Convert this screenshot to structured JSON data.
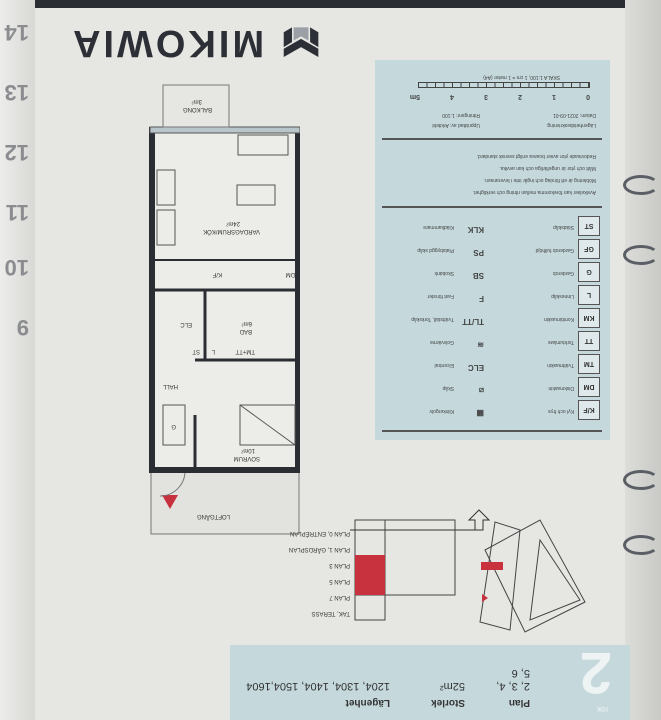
{
  "brand": {
    "name": "MIKOWIA",
    "logo_icon": "m-cube-logo"
  },
  "page_tabs": [
    "14",
    "13",
    "12",
    "11",
    "10",
    "9"
  ],
  "legend": {
    "rows": [
      {
        "code": "K/F",
        "desc": "Kyl och frys",
        "sym": "▦",
        "desc2": "Klinkergolv"
      },
      {
        "code": "DM",
        "desc": "Diskmaskin",
        "sym": "⧄",
        "desc2": "Skåp"
      },
      {
        "code": "TM",
        "desc": "Tvättmaskin",
        "sym": "ELC",
        "desc2": "Elcentral"
      },
      {
        "code": "TT",
        "desc": "Torktumlare",
        "sym": "≋",
        "desc2": "Golvvärme"
      },
      {
        "code": "KM",
        "desc": "Kombimaskin",
        "sym": "TL/TT",
        "desc2": "Tvättställ, Torkskåp"
      },
      {
        "code": "L",
        "desc": "Linneskåp",
        "sym": "F",
        "desc2": "Fast fönster"
      },
      {
        "code": "G",
        "desc": "Garderob",
        "sym": "SB",
        "desc2": "Skobänk"
      },
      {
        "code": "GF",
        "desc": "Garderob fullhöjd",
        "sym": "PS",
        "desc2": "Platsbyggd skåp"
      },
      {
        "code": "ST",
        "desc": "Städskåp",
        "sym": "KLK",
        "desc2": "Klädkammare"
      }
    ],
    "notes": [
      "Avvikelser kan förekomma mellan ritning och verklighet.",
      "Möblering är ett förslag och ingår inte i leveransen.",
      "Mått och ytor är ungefärliga och kan avvika.",
      "Redovisade ytor avser boarea enligt svensk standard."
    ],
    "meta": [
      "Lägenhetsbeskrivning",
      "Datum: 2021-09-01",
      "Upprättad av: Arkitekt",
      "Ritningsnr: 1:100"
    ],
    "scale_label": "SKALA 1:100, 1 cm = 1 meter (A4)",
    "scale_ticks": [
      "0",
      "1",
      "2",
      "3",
      "4",
      "5m"
    ]
  },
  "plan": {
    "rooms": {
      "living": "VARDAGSRUM/KÖK",
      "living_area": "24m²",
      "bath": "BAD",
      "bath_area": "6m²",
      "bedroom": "SOVRUM",
      "bedroom_area": "10m²",
      "hall": "HALL",
      "balcony": "BALKONG",
      "balcony_area": "3m²",
      "corridor": "LOFTGÅNG"
    },
    "fixtures": {
      "elc": "ELC",
      "kf": "K/F",
      "dm": "DM",
      "l": "L",
      "st": "ST",
      "g": "G",
      "tmtt": "TM+TT"
    }
  },
  "keyplan": {
    "floors": [
      "TAK, TERASS",
      "PLAN 7",
      "PLAN 5",
      "PLAN 3",
      "PLAN 1, GÅRDSPLAN",
      "PLAN 0, ENTRÉPLAN"
    ],
    "highlight": "#c8323f"
  },
  "info": {
    "rooms": "2",
    "rooms_unit": "rok",
    "headers": [
      "Plan",
      "Storlek",
      "Lägenhet"
    ],
    "plan": "2, 3, 4,\n5, 6",
    "size": "52m²",
    "apartments": "1204, 1304, 1404, 1504,1604"
  },
  "colors": {
    "panel": "#c5d9dd",
    "wall": "#2a2e33",
    "accent": "#c8323f"
  }
}
